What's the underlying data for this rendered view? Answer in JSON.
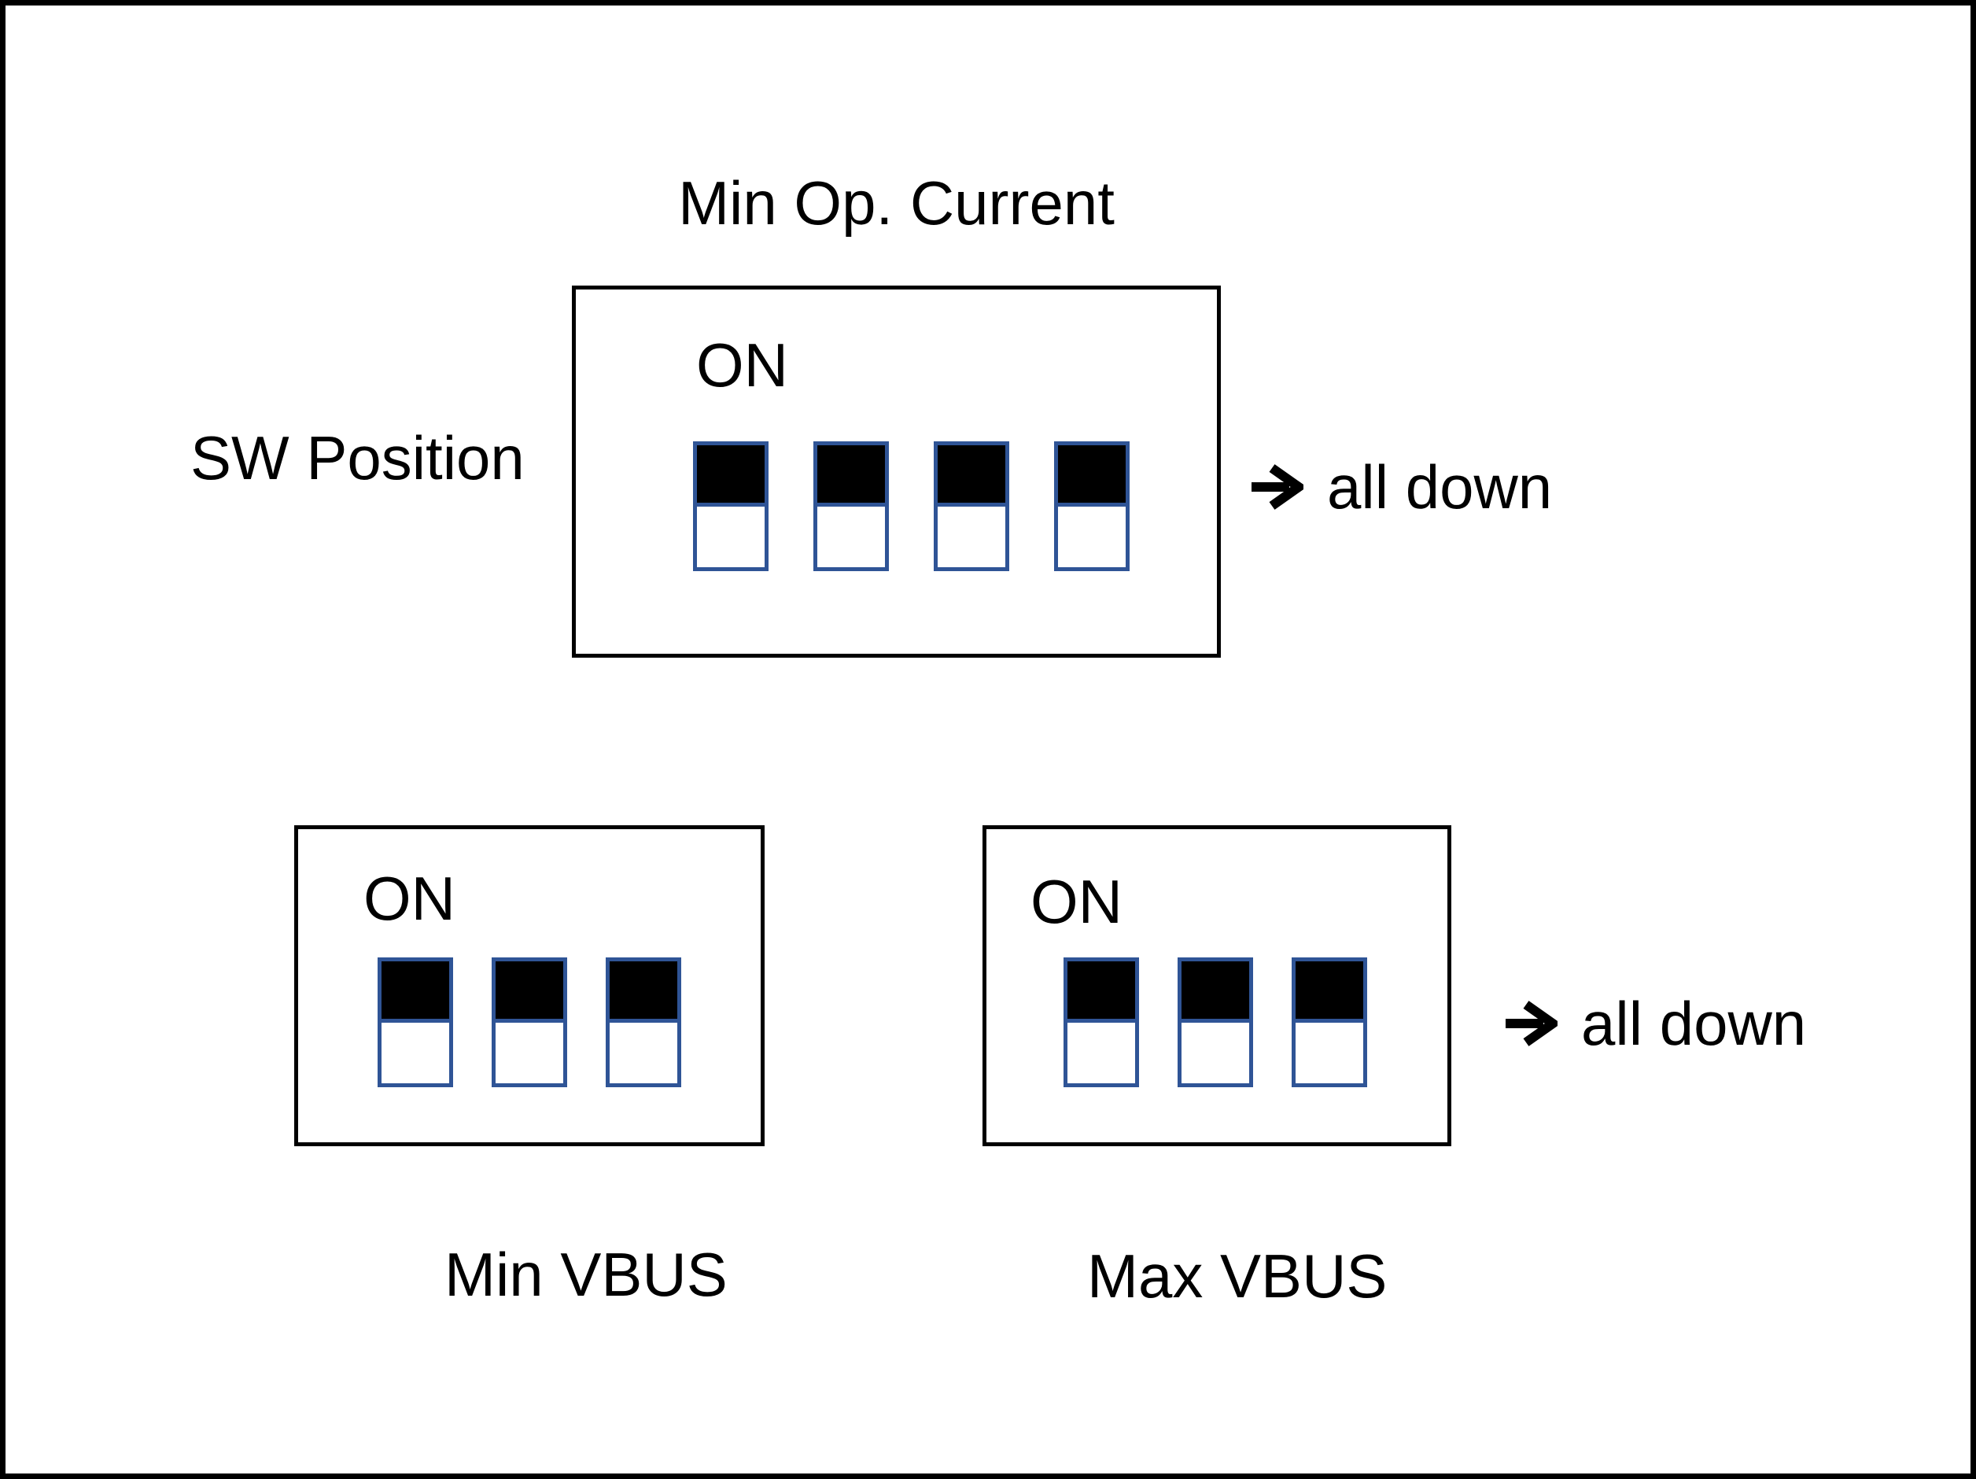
{
  "diagram": {
    "side_label": "SW Position",
    "arrow_icon": "right-arrow",
    "colors": {
      "background": "#ffffff",
      "line": "#000000",
      "switch_border": "#2F5496",
      "switch_on_fill": "#000000",
      "switch_off_fill": "#ffffff"
    },
    "panels": [
      {
        "title": "Min Op. Current",
        "on_label": "ON",
        "switches": [
          "down",
          "down",
          "down",
          "down"
        ],
        "note_text": "all down"
      },
      {
        "title": "Min VBUS",
        "on_label": "ON",
        "switches": [
          "down",
          "down",
          "down"
        ]
      },
      {
        "title": "Max VBUS",
        "on_label": "ON",
        "switches": [
          "down",
          "down",
          "down"
        ],
        "note_text": "all down"
      }
    ]
  }
}
